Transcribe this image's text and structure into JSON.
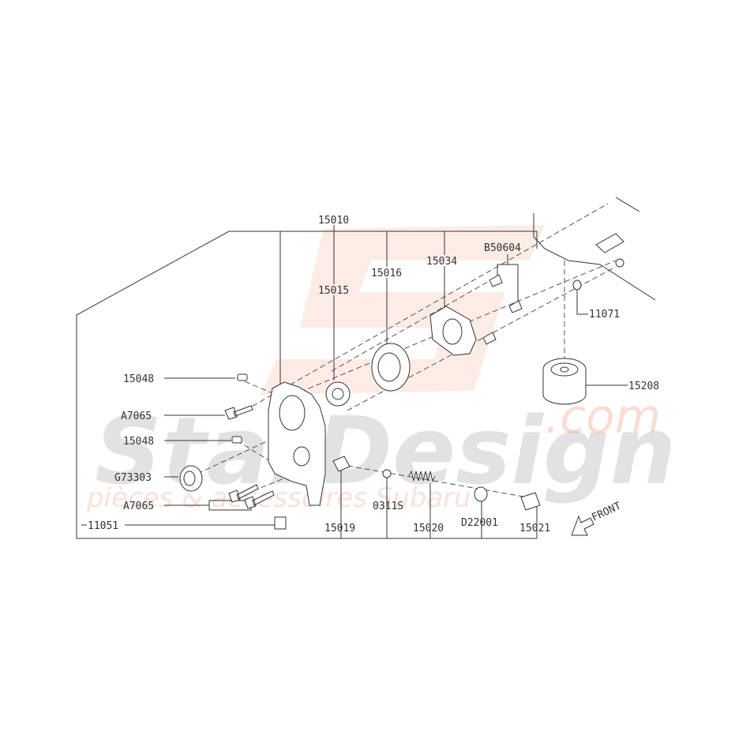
{
  "watermark": {
    "brand": "StarDesign",
    "domain": ".com",
    "tagline": "pièces & accessoires Subaru",
    "logo": "SD"
  },
  "labels": {
    "assembly": "15010",
    "drive_rotor": "15015",
    "driven_rotor": "15016",
    "cover": "15034",
    "screw": "B50604",
    "plug_top": "11071",
    "filter": "15208",
    "pin_1": "15048",
    "bolt_1": "A7065",
    "pin_2": "15048",
    "oil_seal": "G73303",
    "bolt_2": "A7065",
    "drain_plug": "11051",
    "relief_valve": "15019",
    "washer": "0311S",
    "spring": "15020",
    "gasket": "D22001",
    "plug": "15021",
    "front": "FRONT"
  },
  "colors": {
    "line": "#333333",
    "watermark_gray": "#9a9a9a",
    "watermark_peach": "#f0a080"
  }
}
